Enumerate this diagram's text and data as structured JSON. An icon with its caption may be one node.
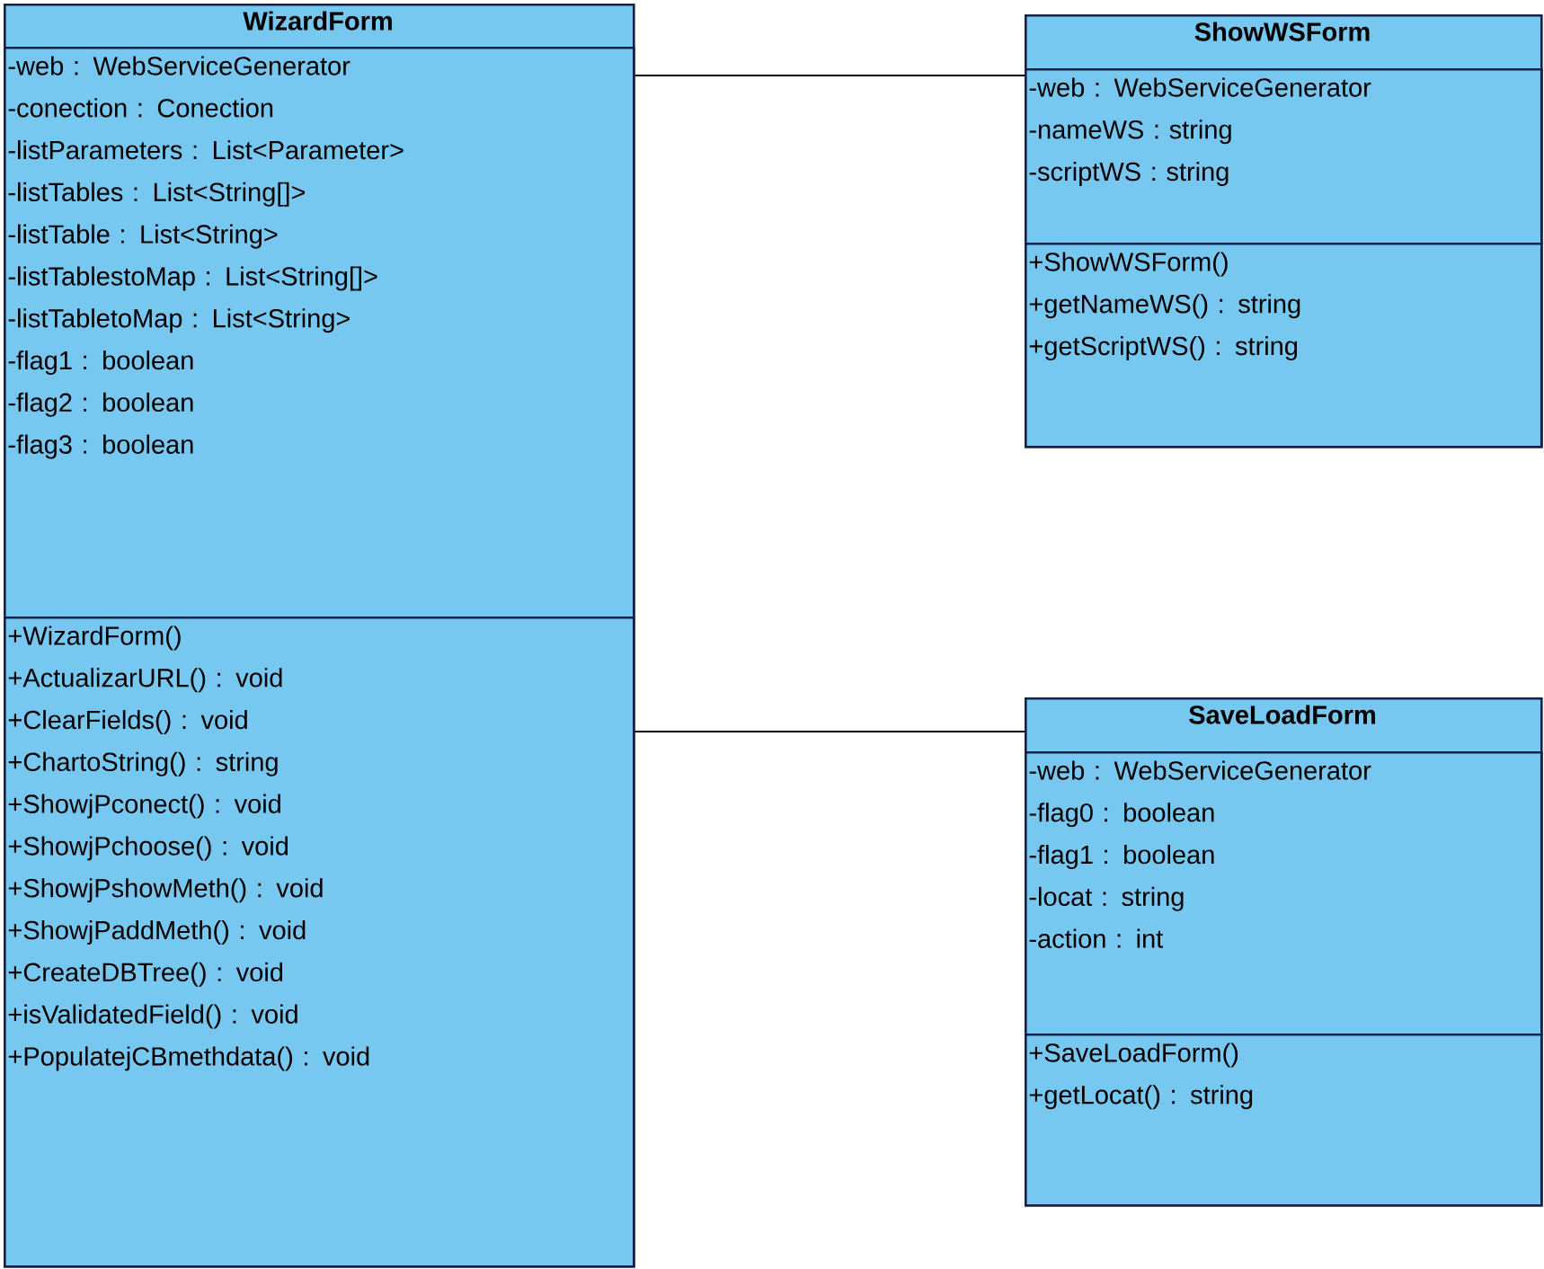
{
  "diagram": {
    "nodes": [
      {
        "text": [
          "WizardForm"
        ]
      },
      {
        "text": [
          "-web : WebServiceGenerator",
          "-conection : Conection",
          "-listParameters : List<Parameter>",
          "-listTables : List<String[]>",
          "-listTable : List<String>",
          "-listTablestoMap : List<String[]>",
          "-listTabletoMap : List<String>",
          "-flag1 : boolean",
          "-flag2 : boolean",
          "-flag3 : boolean"
        ],
        "in": 0
      },
      {
        "text": [
          "+WizardForm()",
          "+ActualizarURL() : void",
          "+ClearFields() : void",
          "+ChartoString() : string",
          "+ShowjPconect() : void",
          "+ShowjPchoose() : void",
          "+ShowjPshowMeth() : void",
          "+ShowjPaddMeth() : void",
          "+CreateDBTree() : void",
          "+isValidatedField() : void",
          "+PopulatejCBmethdata() : void"
        ],
        "in": 0
      },
      {
        "text": [
          "ShowWSForm"
        ]
      },
      {
        "text": [
          "-web : WebServiceGenerator",
          "-nameWS : string",
          "-scriptWS : string"
        ],
        "in": 3
      },
      {
        "text": [
          "+ShowWSForm()",
          "+getNameWS() : string",
          "+getScriptWS() : string"
        ],
        "in": 3
      },
      {
        "text": [
          "SaveLoadForm"
        ]
      },
      {
        "text": [
          "-web : WebServiceGenerator",
          "-flag0 : boolean",
          "-flag1 : boolean",
          "-locat : string",
          "-action : int"
        ],
        "in": 6
      },
      {
        "text": [
          "+SaveLoadForm()",
          "+getLocat() : string"
        ],
        "in": 6
      }
    ],
    "edges": [
      {
        "from": 0,
        "to": 3,
        "arrow": "none"
      },
      {
        "from": 0,
        "to": 6,
        "arrow": "none"
      }
    ]
  }
}
